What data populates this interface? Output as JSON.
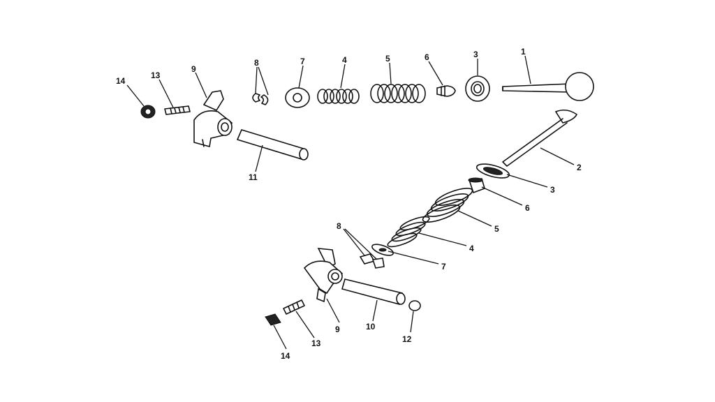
{
  "callouts": {
    "top": {
      "c1": "1",
      "c3": "3",
      "c6": "6",
      "c5": "5",
      "c4": "4",
      "c7": "7",
      "c8": "8",
      "c9": "9",
      "c13": "13",
      "c14": "14",
      "c11": "11"
    },
    "bottom": {
      "c2": "2",
      "c3": "3",
      "c6": "6",
      "c5": "5",
      "c4": "4",
      "c7": "7",
      "c8": "8",
      "c9": "9",
      "c10": "10",
      "c12": "12",
      "c13": "13",
      "c14": "14"
    }
  }
}
